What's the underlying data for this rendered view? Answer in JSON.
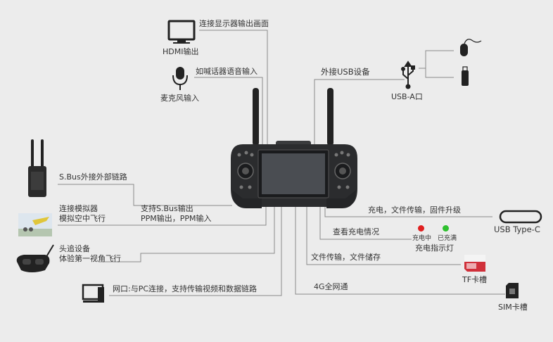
{
  "labels": {
    "hdmi_desc": "连接显示器输出画面",
    "hdmi": "HDMI输出",
    "mic_desc": "如喊话器语音输入",
    "mic": "麦克风输入",
    "usb_desc": "外接USB设备",
    "usba": "USB-A口",
    "sbus_ext": "S.Bus外接外部链路",
    "sim_line1": "连接模拟器",
    "sim_line2": "模拟空中飞行",
    "sbus_out1": "支持S.Bus输出",
    "sbus_out2": "PPM输出，PPM输入",
    "fpv_line1": "头追设备",
    "fpv_line2": "体验第一视角飞行",
    "network": "网口:与PC连接，支持传输视频和数据链路",
    "charge_desc": "充电，文件传输，固件升级",
    "usbc": "USB Type-C",
    "charge_status": "查看充电情况",
    "charging": "充电中",
    "charged": "已充满",
    "indicator": "充电指示灯",
    "file_desc": "文件传输，文件储存",
    "tf": "TF卡槽",
    "fourg": "4G全网通",
    "sim": "SIM卡槽"
  },
  "colors": {
    "line": "#8a8a8a",
    "charging_dot": "#e02020",
    "charged_dot": "#2ec02e",
    "device": "#2b2c2e"
  },
  "icons": [
    "monitor-icon",
    "microphone-icon",
    "usb-icon",
    "mouse-icon",
    "usb-stick-icon",
    "antenna-receiver-icon",
    "flight-simulator-icon",
    "fpv-goggles-icon",
    "desktop-pc-icon",
    "usb-c-port-icon",
    "tf-card-icon",
    "sim-card-icon",
    "remote-controller-icon"
  ]
}
